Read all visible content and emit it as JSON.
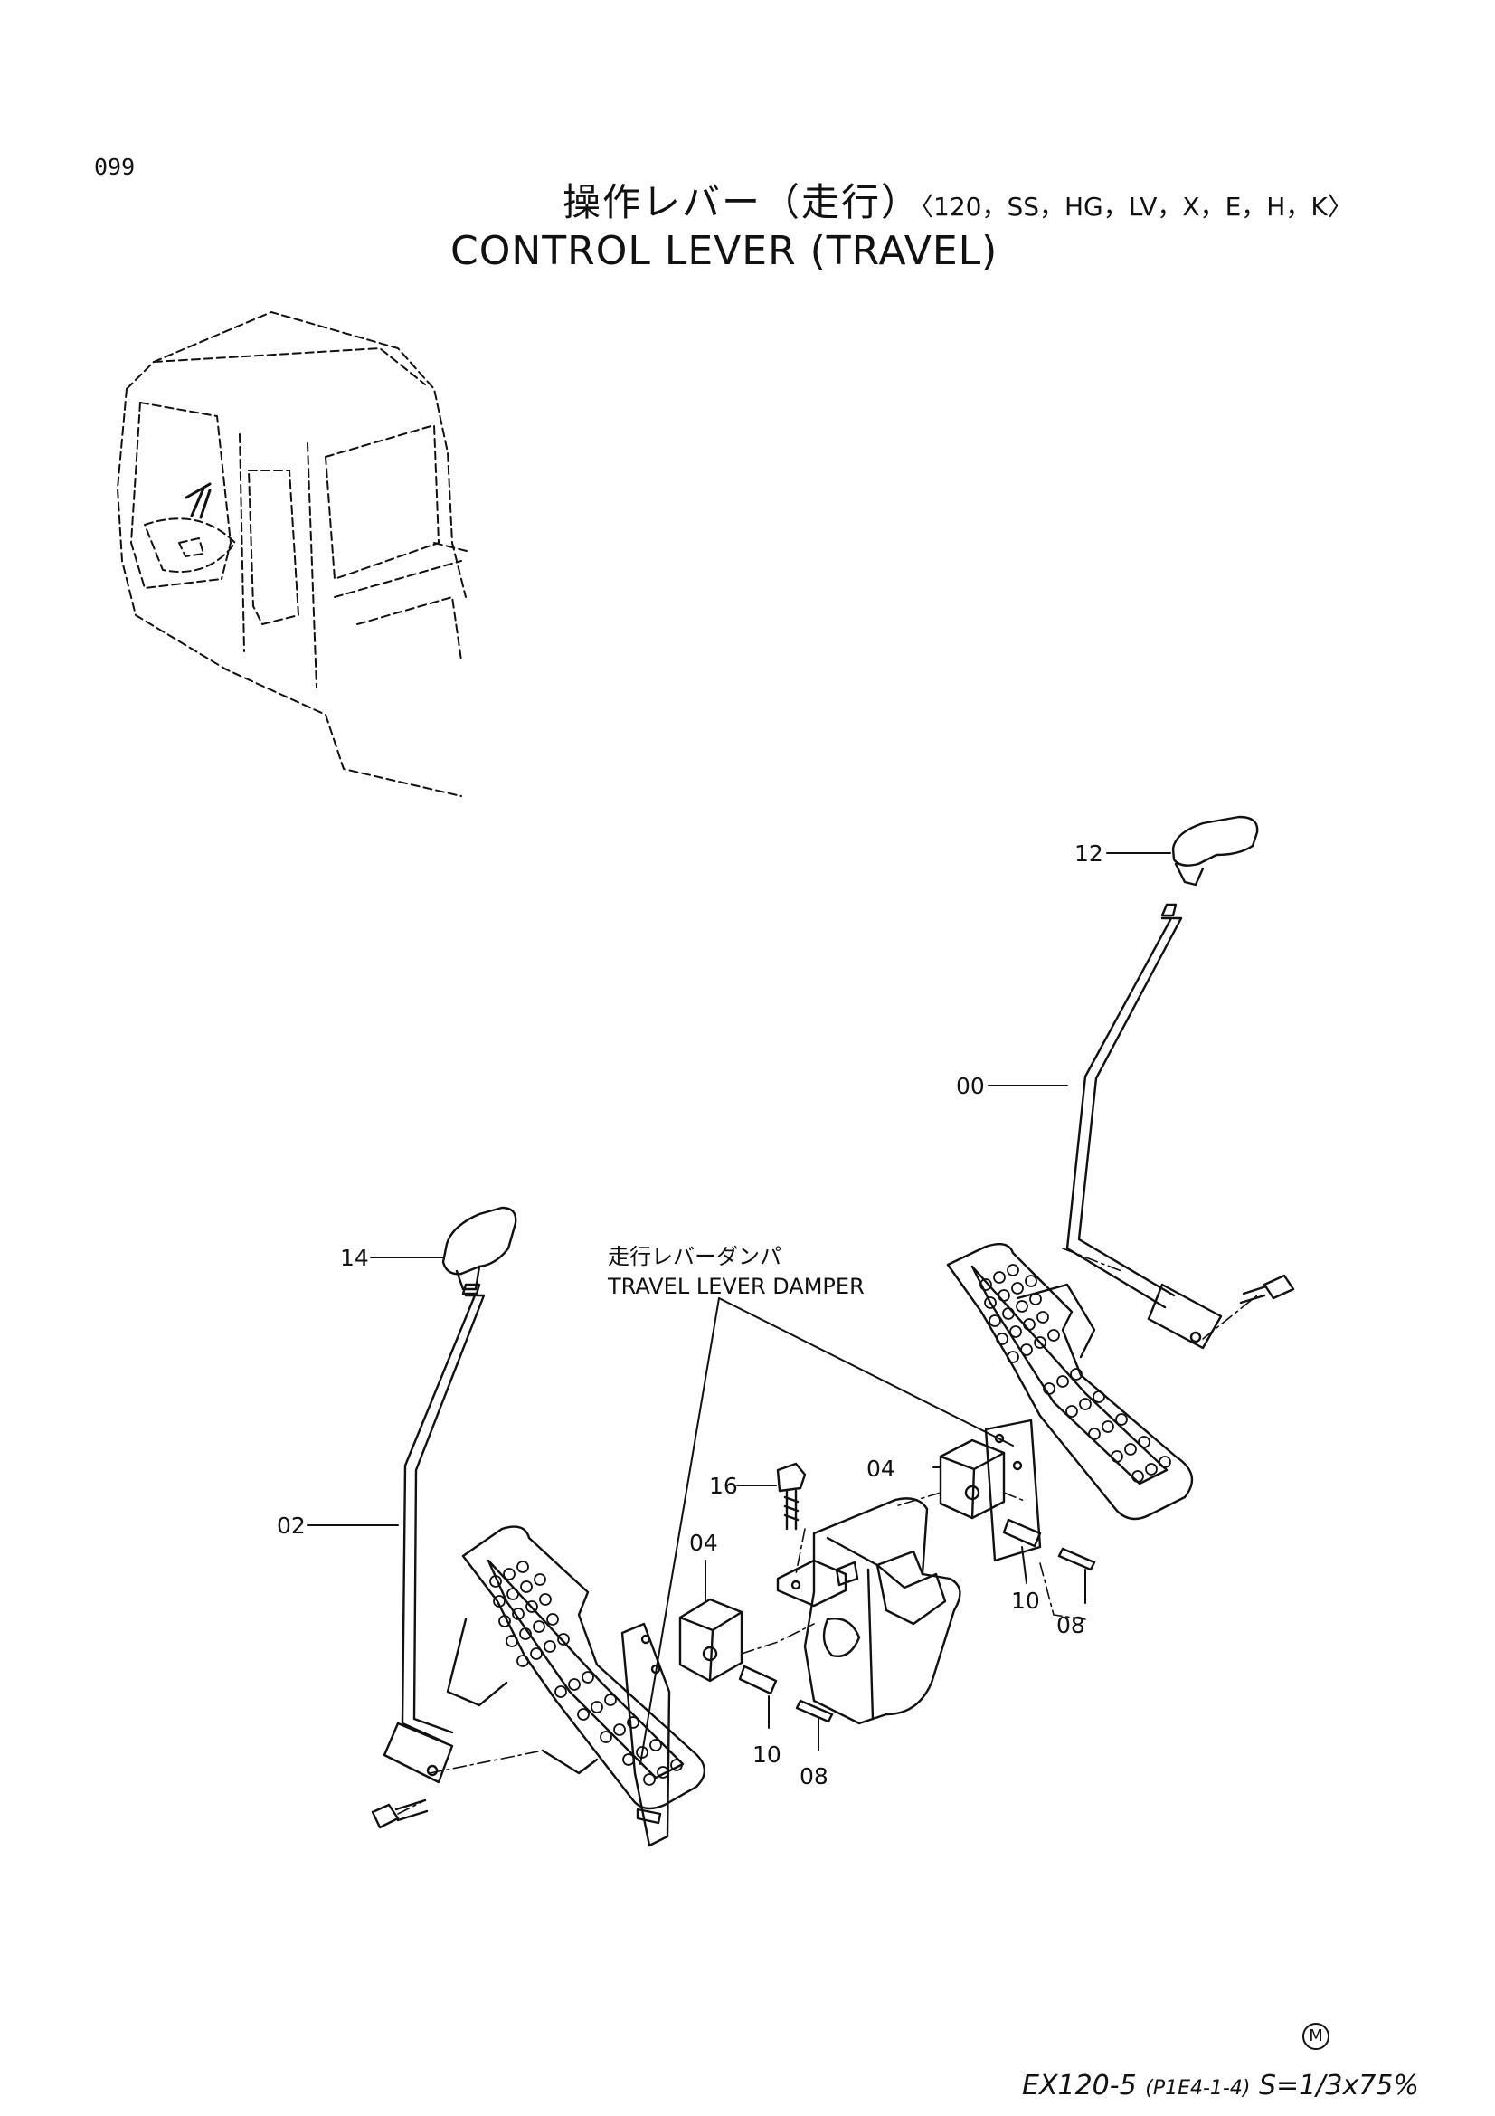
{
  "page_number": "099",
  "title": {
    "jp": "操作レバー（走行）",
    "variants": "〈120，SS，HG，LV，X，E，H，K〉",
    "en": "CONTROL LEVER (TRAVEL)"
  },
  "callout": {
    "jp": "走行レバーダンパ",
    "en": "TRAVEL LEVER DAMPER"
  },
  "part_labels": {
    "p12": "12",
    "p00": "00",
    "p14": "14",
    "p02": "02",
    "p04a": "04",
    "p04b": "04",
    "p16": "16",
    "p10a": "10",
    "p08a": "08",
    "p10b": "10",
    "p08b": "08"
  },
  "footer": {
    "model": "EX120-5",
    "code": "(P1E4-1-4)",
    "scale": "S=1/3x75%",
    "mark": "M"
  }
}
